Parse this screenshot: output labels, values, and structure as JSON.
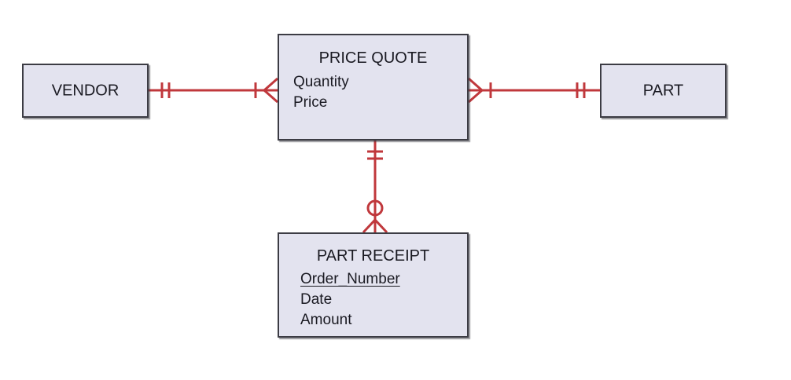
{
  "entities": {
    "vendor": {
      "title": "VENDOR"
    },
    "part": {
      "title": "PART"
    },
    "price_quote": {
      "title": "PRICE QUOTE",
      "attributes": [
        "Quantity",
        "Price"
      ]
    },
    "part_receipt": {
      "title": "PART RECEIPT",
      "key_attribute": "Order_Number",
      "attributes": [
        "Date",
        "Amount"
      ]
    }
  },
  "relationships": [
    {
      "from": "VENDOR",
      "to": "PRICE QUOTE",
      "from_cardinality": "one-and-only-one",
      "to_cardinality": "one-or-many"
    },
    {
      "from": "PART",
      "to": "PRICE QUOTE",
      "from_cardinality": "one-and-only-one",
      "to_cardinality": "one-or-many"
    },
    {
      "from": "PRICE QUOTE",
      "to": "PART RECEIPT",
      "from_cardinality": "one-and-only-one",
      "to_cardinality": "zero-or-many"
    }
  ],
  "colors": {
    "line": "#c0383c",
    "entity_fill": "#e3e3ef",
    "entity_border": "#3c3c44"
  }
}
